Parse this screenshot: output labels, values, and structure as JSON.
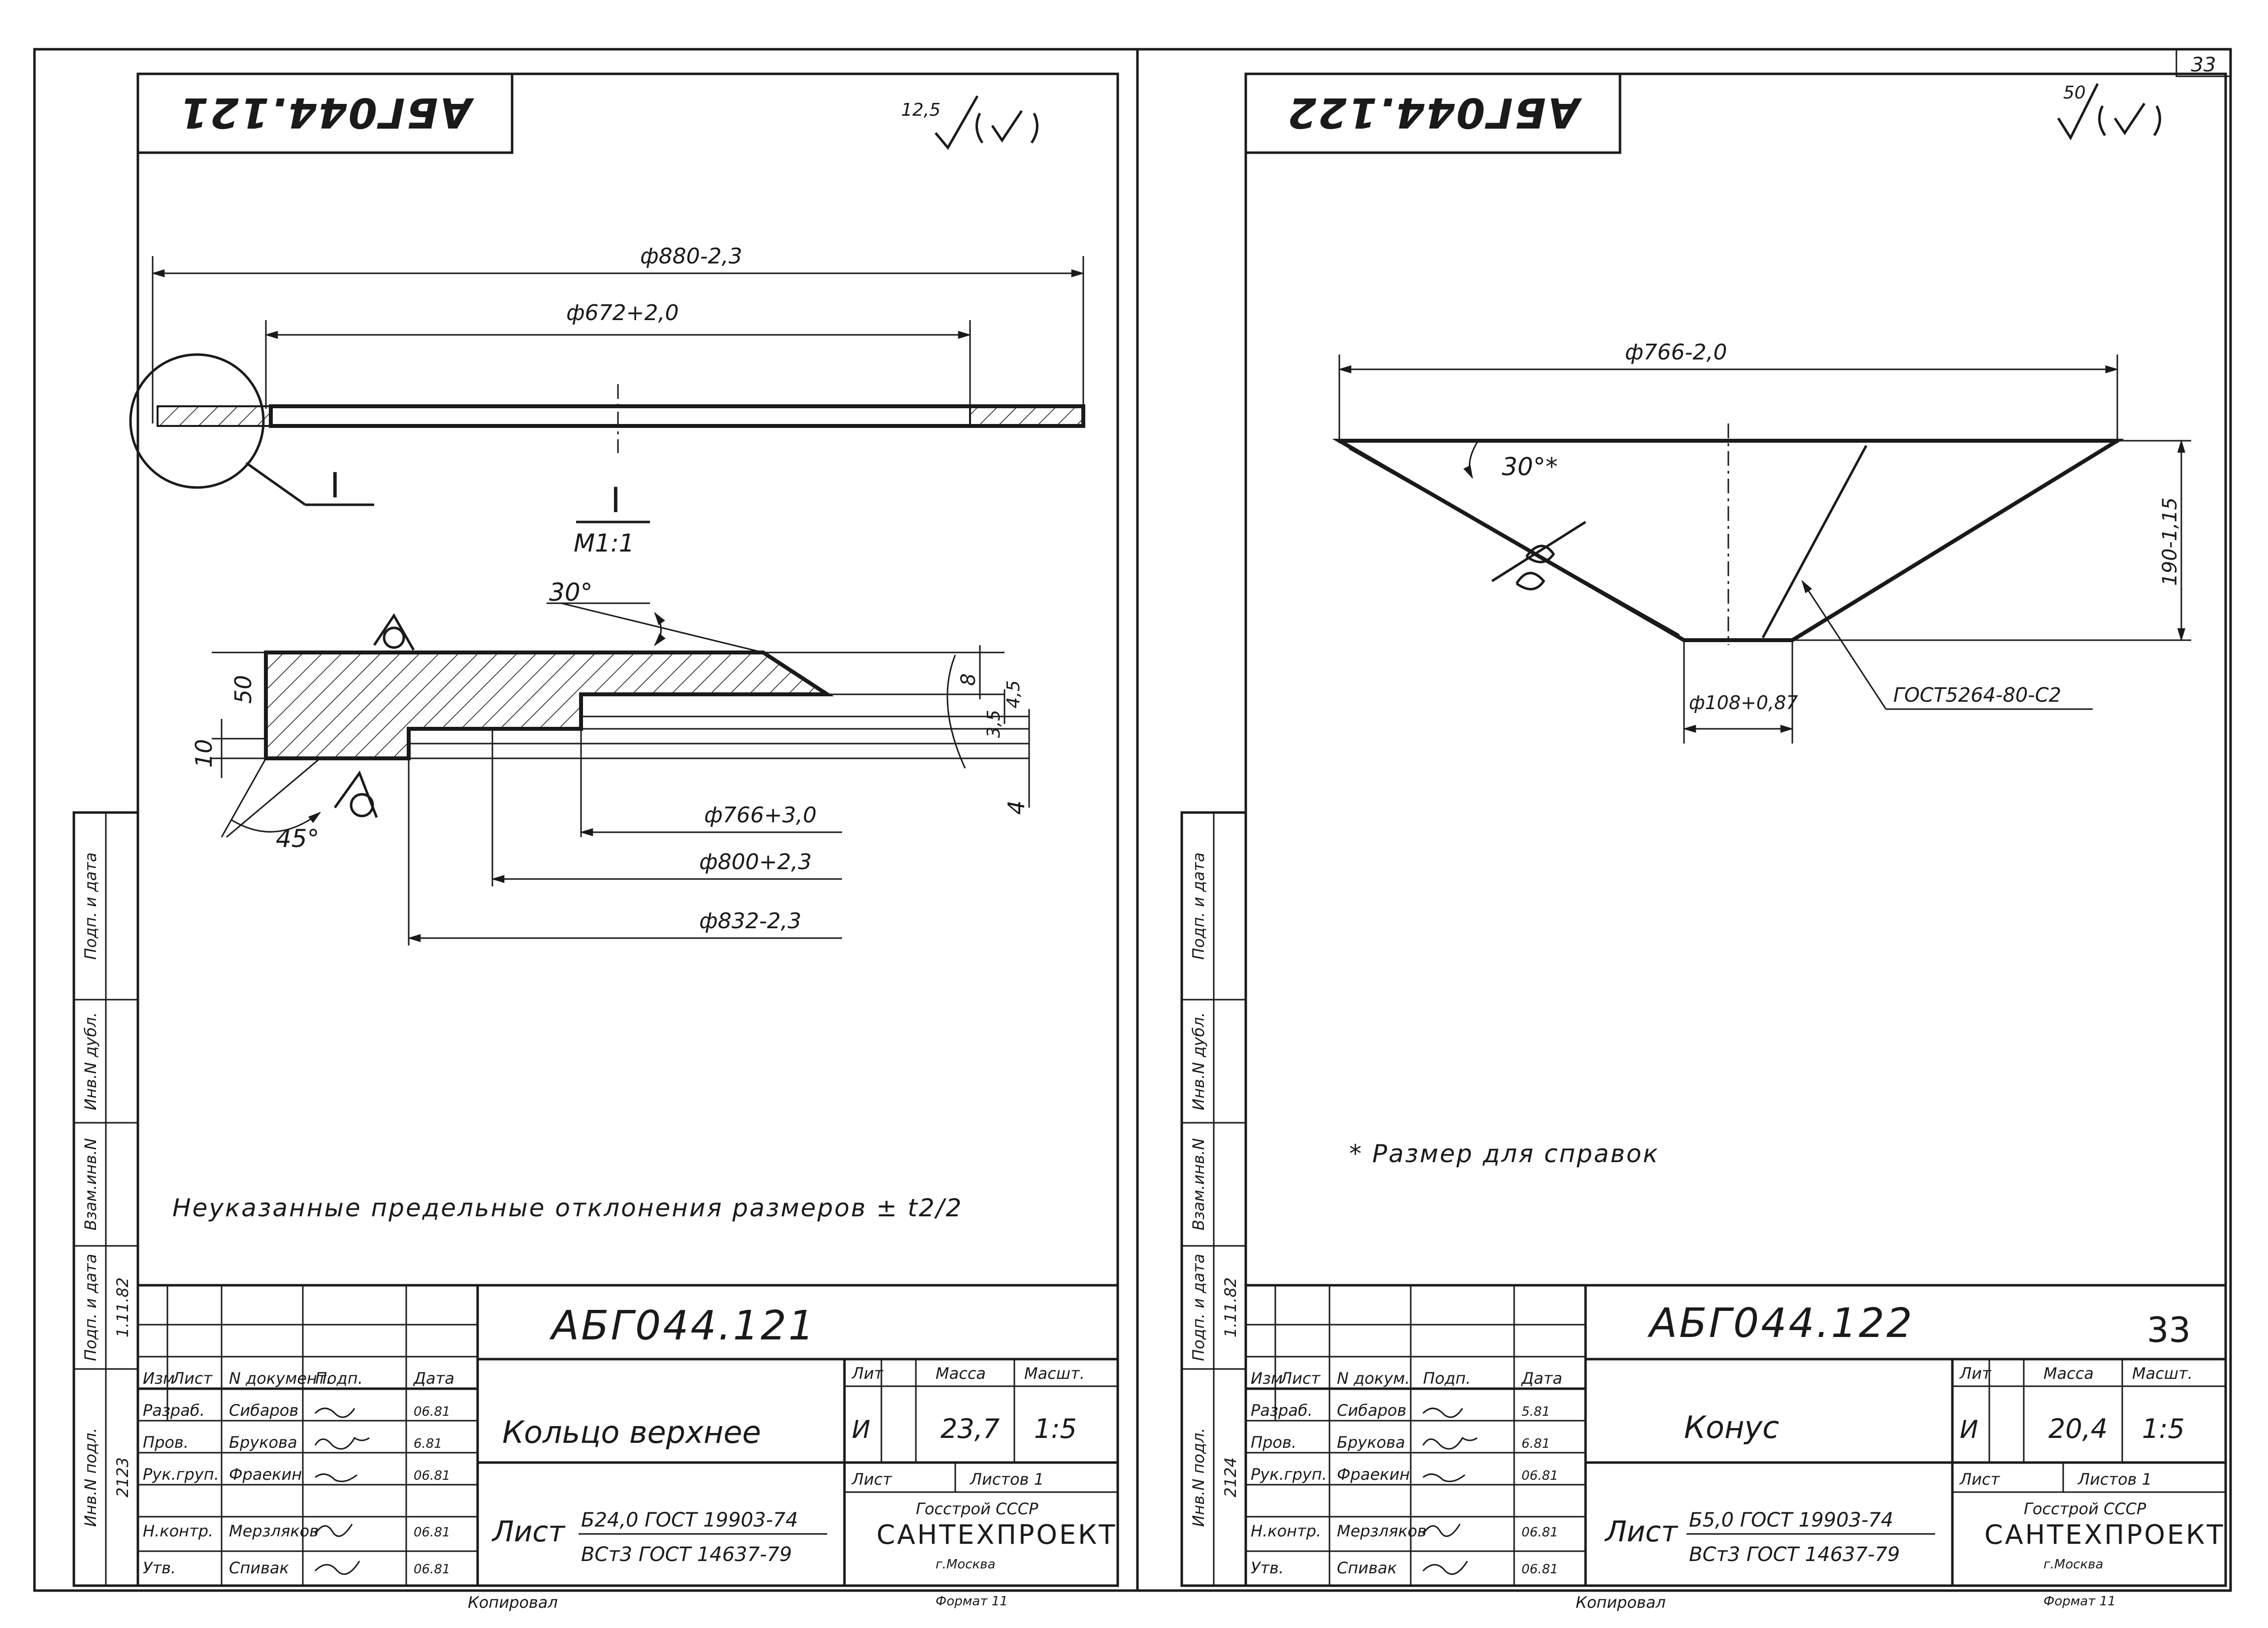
{
  "page_number": "33",
  "left_sheet": {
    "header_code": "АБГ044.121",
    "roughness_value": "12,5",
    "dim_880": "ф880-2,3",
    "dim_672": "ф672+2,0",
    "section_mark": "I",
    "section_scale": "М1:1",
    "angle_30": "30°",
    "angle_45": "45°",
    "dim_50": "50",
    "dim_10": "10",
    "dim_8": "8",
    "dim_4_5": "4,5",
    "dim_3_5": "3,5",
    "dim_4": "4",
    "dim_766": "ф766+3,0",
    "dim_800": "ф800+2,3",
    "dim_832": "ф832-2,3",
    "note": "Неуказанные предельные отклонения размеров ± t2/2",
    "side_strip": {
      "label_1": "Инв.N подл.",
      "label_2": "Подп. и дата",
      "label_3": "Взам.инв.N",
      "label_4": "Инв.N дубл.",
      "label_5": "Подп. и дата",
      "value_inv": "2123",
      "value_date": "1.11.82"
    },
    "title_block": {
      "code": "АБГ044.121",
      "name": "Кольцо верхнее",
      "col_izm": "Изм",
      "col_list": "Лист",
      "col_doc": "N документ.",
      "col_sign": "Подп.",
      "col_date": "Дата",
      "role_1": "Разраб.",
      "person_1": "Сибаров",
      "date_1": "06.81",
      "role_2": "Пров.",
      "person_2": "Брукова",
      "date_2": "6.81",
      "role_3": "Рук.груп.",
      "person_3": "Фраекин",
      "date_3": "06.81",
      "role_4": "Н.контр.",
      "person_4": "Мерзляков",
      "date_4": "06.81",
      "role_5": "Утв.",
      "person_5": "Спивак",
      "date_5": "06.81",
      "lit_label": "Лит",
      "mass_label": "Масса",
      "scale_label": "Масшт.",
      "lit_value": "И",
      "mass_value": "23,7",
      "scale_value": "1:5",
      "sheet_label": "Лист",
      "sheets_label": "Листов 1",
      "material_label": "Лист",
      "material_line1": "Б24,0 ГОСТ 19903-74",
      "material_line2": "ВСт3 ГОСТ 14637-79",
      "org_line1": "Госстрой СССР",
      "org_line2": "САНТЕХПРОЕКТ",
      "org_line3": "г.Москва",
      "copied": "Копировал",
      "format": "Формат 11"
    }
  },
  "right_sheet": {
    "header_code": "АБГ044.122",
    "roughness_value": "50",
    "dim_766": "ф766-2,0",
    "angle_30": "30°*",
    "dim_190": "190-1,15",
    "dim_108": "ф108+0,87",
    "weld_spec": "ГОСТ5264-80-С2",
    "note": "* Размер для справок",
    "side_strip": {
      "label_1": "Инв.N подл.",
      "label_2": "Подп. и дата",
      "label_3": "Взам.инв.N",
      "label_4": "Инв.N дубл.",
      "label_5": "Подп. и дата",
      "value_inv": "2124",
      "value_date": "1.11.82"
    },
    "title_block": {
      "code": "АБГ044.122",
      "sheet_number": "33",
      "name": "Конус",
      "col_izm": "Изм",
      "col_list": "Лист",
      "col_doc": "N докум.",
      "col_sign": "Подп.",
      "col_date": "Дата",
      "role_1": "Разраб.",
      "person_1": "Сибаров",
      "date_1": "5.81",
      "role_2": "Пров.",
      "person_2": "Брукова",
      "date_2": "6.81",
      "role_3": "Рук.груп.",
      "person_3": "Фраекин",
      "date_3": "06.81",
      "role_4": "Н.контр.",
      "person_4": "Мерзляков",
      "date_4": "06.81",
      "role_5": "Утв.",
      "person_5": "Спивак",
      "date_5": "06.81",
      "lit_label": "Лит",
      "mass_label": "Масса",
      "scale_label": "Масшт.",
      "lit_value": "И",
      "mass_value": "20,4",
      "scale_value": "1:5",
      "sheet_label": "Лист",
      "sheets_label": "Листов 1",
      "material_label": "Лист",
      "material_line1": "Б5,0 ГОСТ 19903-74",
      "material_line2": "ВСт3 ГОСТ 14637-79",
      "org_line1": "Госстрой СССР",
      "org_line2": "САНТЕХПРОЕКТ",
      "org_line3": "г.Москва",
      "copied": "Копировал",
      "format": "Формат 11"
    }
  }
}
